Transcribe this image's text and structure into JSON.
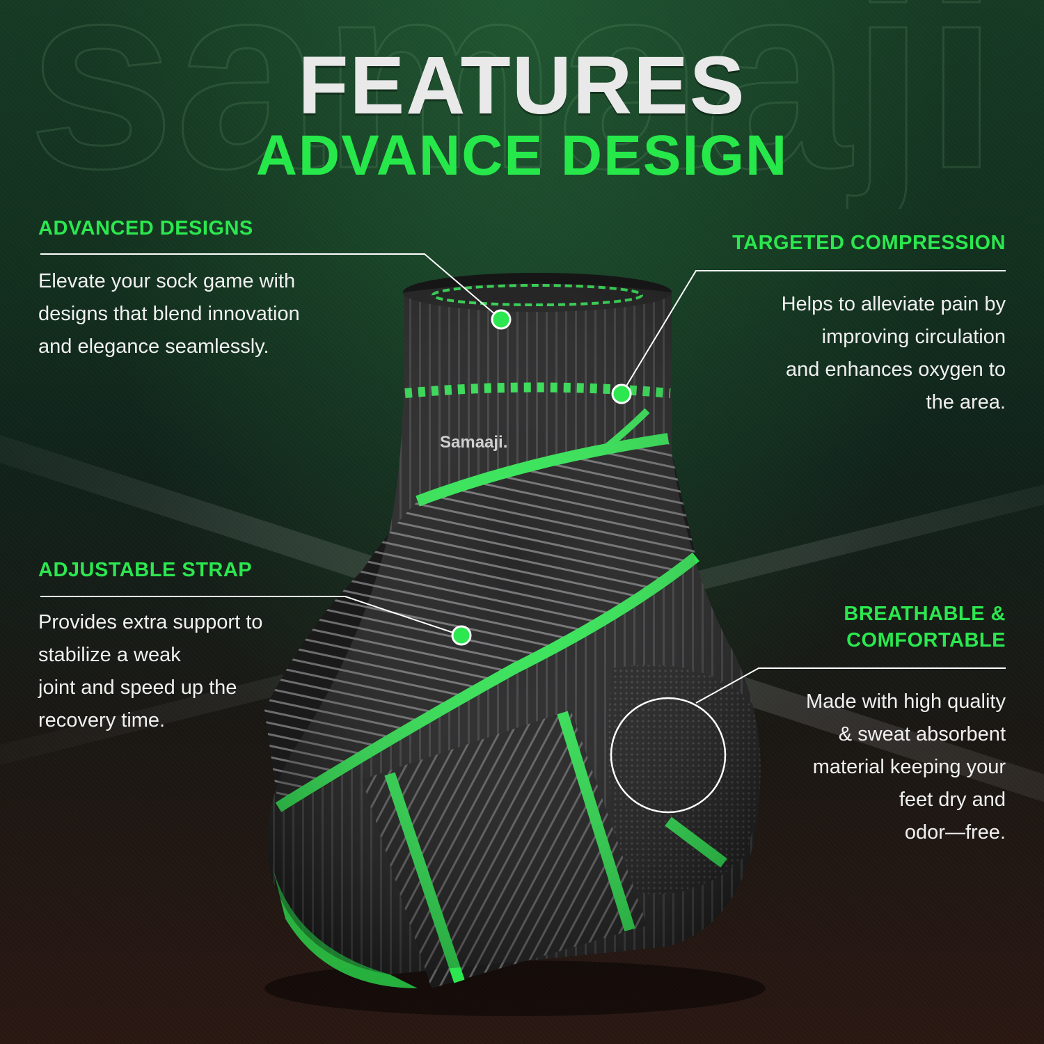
{
  "colors": {
    "accent_green": "#2ce74f",
    "headline_white": "#e9e9e9",
    "sleeve_black": "#1d1d1e",
    "stripe_grey": "#6e6e70"
  },
  "headline": {
    "title": "FEATURES",
    "subtitle": "ADVANCE DESIGN"
  },
  "watermark_text": "samaaji",
  "product": {
    "brand_label": "Samaaji."
  },
  "features": [
    {
      "title": "ADVANCED DESIGNS",
      "lines": [
        "Elevate your sock game with",
        "designs that blend innovation",
        "and elegance seamlessly."
      ]
    },
    {
      "title": "TARGETED COMPRESSION",
      "lines": [
        "Helps to alleviate pain by",
        "improving circulation",
        "and enhances oxygen to",
        "the area."
      ]
    },
    {
      "title": "ADJUSTABLE STRAP",
      "lines": [
        "Provides extra support to",
        "stabilize a weak",
        "joint and speed up the",
        "recovery time."
      ]
    },
    {
      "title_lines": [
        "BREATHABLE &",
        "COMFORTABLE"
      ],
      "lines": [
        "Made with high quality",
        "& sweat absorbent",
        "material keeping your",
        "feet dry and",
        "odor—free."
      ]
    }
  ]
}
